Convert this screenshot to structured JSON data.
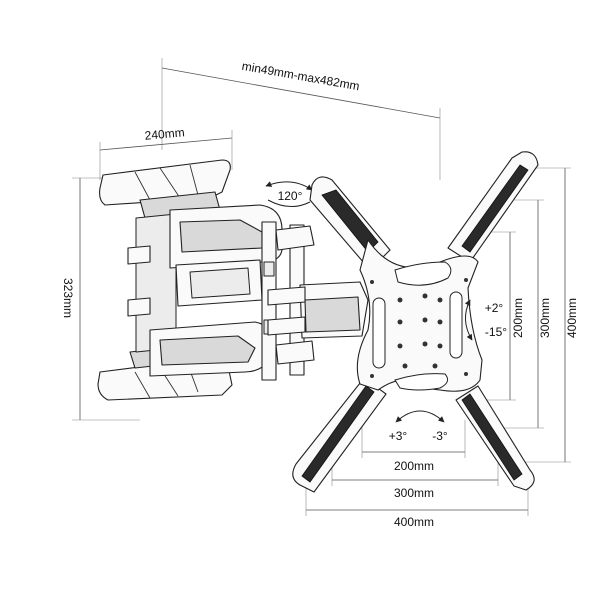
{
  "dimensions": {
    "arm_extension": "min49mm-max482mm",
    "wall_plate_width": "240mm",
    "wall_plate_height": "323mm",
    "swivel": "120°",
    "vesa_h_200": "200mm",
    "vesa_h_300": "300mm",
    "vesa_h_400": "400mm",
    "vesa_v_200": "200mm",
    "vesa_v_300": "300mm",
    "vesa_v_400": "400mm"
  },
  "tilt": {
    "up": "+2°",
    "down": "-15°"
  },
  "level": {
    "plus": "+3°",
    "minus": "-3°"
  }
}
